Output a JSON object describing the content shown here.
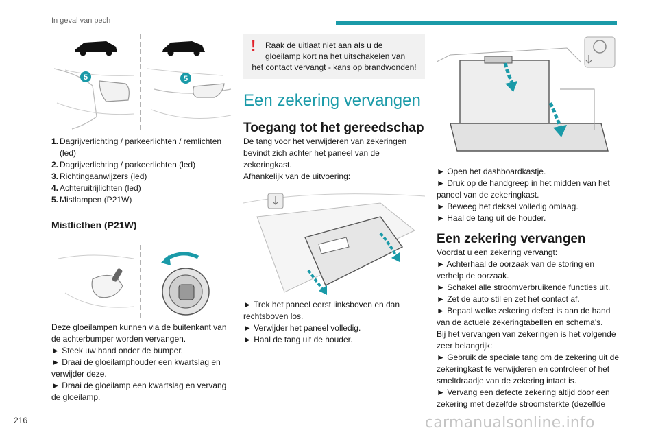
{
  "header": {
    "title": "In geval van pech"
  },
  "page_number": "216",
  "watermark": "carmanualsonline.info",
  "colors": {
    "accent": "#1a9aa8",
    "warning": "#e0202a"
  },
  "figure1": {
    "callout_left": "5",
    "callout_right": "5"
  },
  "bulb_list": [
    {
      "num": "1.",
      "text": "Dagrijverlichting / parkeerlichten / remlichten (led)"
    },
    {
      "num": "2.",
      "text": "Dagrijverlichting / parkeerlichten (led)"
    },
    {
      "num": "3.",
      "text": "Richtingaanwijzers (led)"
    },
    {
      "num": "4.",
      "text": "Achteruitrijlichten (led)"
    },
    {
      "num": "5.",
      "text": "Mistlampen (P21W)"
    }
  ],
  "fog_section": {
    "heading": "Mistlicthen (P21W)",
    "intro": "Deze gloeilampen kunnen via de buitenkant van de achterbumper worden vervangen.",
    "steps": [
      "► Steek uw hand onder de bumper.",
      "► Draai de gloeilamphouder een kwartslag en verwijder deze.",
      "► Draai de gloeilamp een kwartslag en vervang de gloeilamp."
    ]
  },
  "warning": {
    "mark": "!",
    "line1": "Raak de uitlaat niet aan als u de gloeilamp kort na het uitschakelen van",
    "line2": "het contact vervangt - kans op brandwonden!"
  },
  "fuse_section": {
    "title": "Een zekering vervangen",
    "access_heading": "Toegang tot het gereedschap",
    "access_intro": "De tang voor het verwijderen van zekeringen bevindt zich achter het paneel van de zekeringkast.",
    "access_variant": "Afhankelijk van de uitvoering:",
    "panel_steps": [
      "► Trek het paneel eerst linksboven en dan rechtsboven los.",
      "► Verwijder het paneel volledig.",
      "► Haal de tang uit de houder."
    ],
    "glove_steps": [
      "► Open het dashboardkastje.",
      "► Druk op de handgreep in het midden van het paneel van de zekeringkast.",
      "► Beweeg het deksel volledig omlaag.",
      "► Haal de tang uit de houder."
    ],
    "replace_heading": "Een zekering vervangen",
    "replace_intro": "Voordat u een zekering vervangt:",
    "replace_steps": [
      "► Achterhaal de oorzaak van de storing en verhelp de oorzaak.",
      "► Schakel alle stroomverbruikende functies uit.",
      "► Zet de auto stil en zet het contact af.",
      "► Bepaal welke zekering defect is aan de hand van de actuele zekeringtabellen en schema's."
    ],
    "important_intro": "Bij het vervangen van zekeringen is het volgende zeer belangrijk:",
    "important_steps": [
      "► Gebruik de speciale tang om de zekering uit de zekeringkast te verwijderen en controleer of het smeltdraadje van de zekering intact is.",
      "► Vervang een defecte zekering altijd door een zekering met dezelfde stroomsterkte (dezelfde"
    ]
  }
}
